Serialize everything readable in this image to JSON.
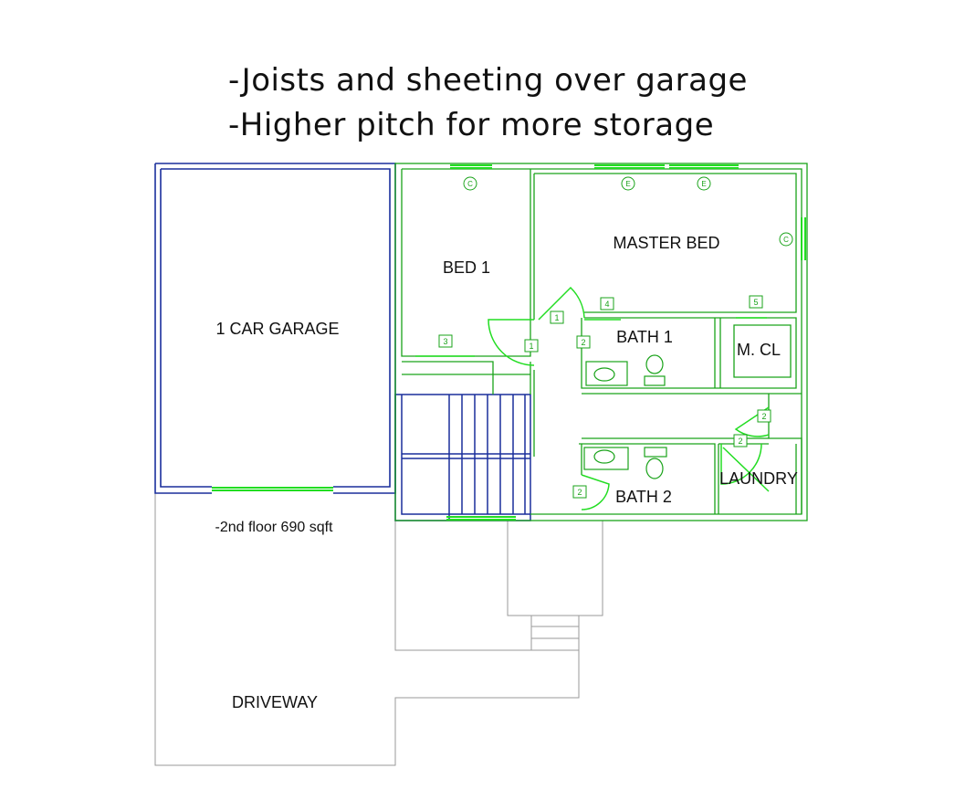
{
  "notes": {
    "line1": "-Joists and sheeting over garage",
    "line2": "-Higher pitch for more storage"
  },
  "rooms": {
    "garage": "1 CAR GARAGE",
    "bed1": "BED 1",
    "master_bed": "MASTER BED",
    "bath1": "BATH 1",
    "master_closet": "M. CL",
    "bath2": "BATH 2",
    "laundry": "LAUNDRY",
    "driveway": "DRIVEWAY"
  },
  "area_note": "-2nd floor 690 sqft",
  "fixture_marks": {
    "c": "C",
    "e": "E"
  },
  "door_tags": [
    "1",
    "1",
    "2",
    "3",
    "4",
    "5",
    "2",
    "2",
    "2"
  ],
  "colors": {
    "green": "#1aa31a",
    "bright_green": "#22dd22",
    "blue": "#1a2f9c",
    "gray": "#9a9a9a"
  }
}
